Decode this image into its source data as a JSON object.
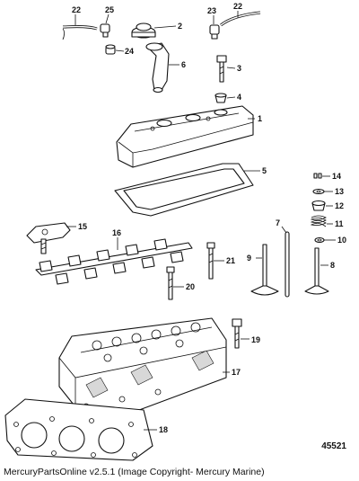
{
  "callouts": {
    "c1": "1",
    "c2": "2",
    "c3": "3",
    "c4": "4",
    "c5": "5",
    "c6": "6",
    "c7": "7",
    "c8": "8",
    "c9": "9",
    "c10": "10",
    "c11": "11",
    "c12": "12",
    "c13": "13",
    "c14": "14",
    "c15": "15",
    "c16": "16",
    "c17": "17",
    "c18": "18",
    "c19": "19",
    "c20": "20",
    "c21": "21",
    "c22a": "22",
    "c22b": "22",
    "c23": "23",
    "c24": "24",
    "c25": "25"
  },
  "diagram_number": "45521",
  "footer": "MercuryPartsOnline v2.5.1 (Image Copyright- Mercury Marine)"
}
